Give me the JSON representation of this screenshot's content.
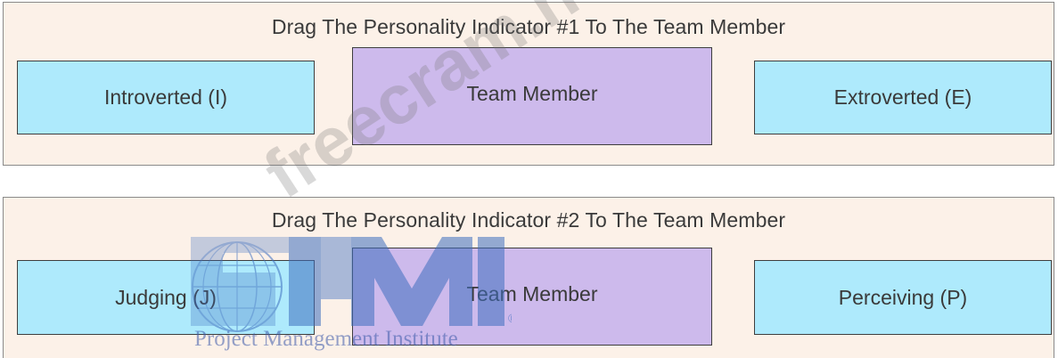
{
  "panels": [
    {
      "title": "Drag The Personality Indicator #1 To The Team Member",
      "left_indicator": "Introverted (I)",
      "target": "Team Member",
      "right_indicator": "Extroverted (E)"
    },
    {
      "title": "Drag The Personality Indicator #2 To The Team Member",
      "left_indicator": "Judging (J)",
      "target": "Team Member",
      "right_indicator": "Perceiving (P)"
    }
  ],
  "watermark": {
    "site_text": "freecram.net",
    "logo_letters": "PMI",
    "logo_caption": "Project Management Institute",
    "logo_mark": "®"
  },
  "colors": {
    "panel_bg": "#fcf1e8",
    "indicator_bg": "#aeeafc",
    "target_bg": "#cdbaec",
    "text": "#3a3a3a"
  }
}
